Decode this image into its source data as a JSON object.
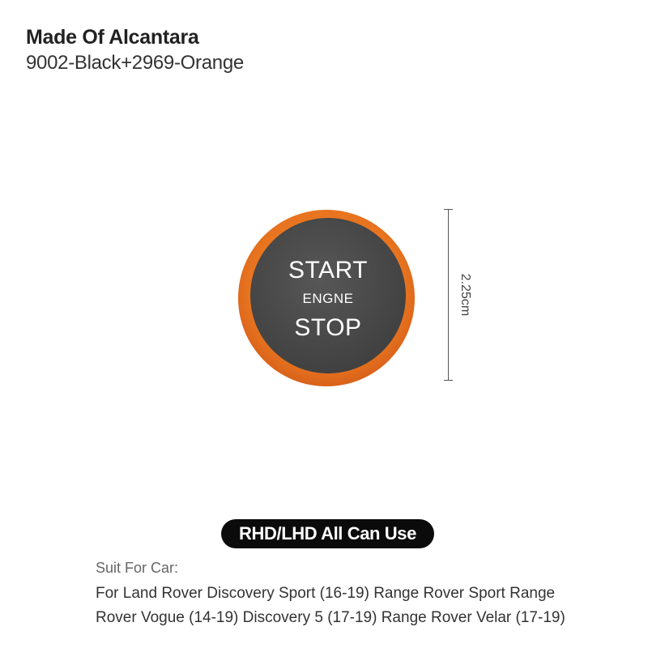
{
  "header": {
    "title": "Made Of Alcantara",
    "subtitle": "9002-Black+2969-Orange"
  },
  "product": {
    "line1": "START",
    "line2": "ENGNE",
    "line3": "STOP",
    "ring_color": "#E8741F",
    "center_color": "#4A4A4A",
    "text_color": "#FFFFFF"
  },
  "dimension": {
    "label": "2.25cm"
  },
  "badge": {
    "label": "RHD/LHD All Can Use"
  },
  "compatibility": {
    "heading": "Suit For Car:",
    "line1": "For Land Rover Discovery Sport (16-19) Range Rover Sport Range",
    "line2": "Rover Vogue (14-19) Discovery 5 (17-19) Range Rover Velar (17-19)"
  }
}
